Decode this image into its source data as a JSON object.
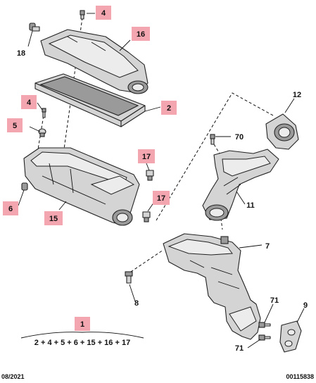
{
  "callouts": [
    {
      "id": "c4a",
      "text": "4",
      "highlighted": true
    },
    {
      "id": "c16",
      "text": "16",
      "highlighted": true
    },
    {
      "id": "c18",
      "text": "18",
      "highlighted": false
    },
    {
      "id": "c2",
      "text": "2",
      "highlighted": true
    },
    {
      "id": "c4b",
      "text": "4",
      "highlighted": true
    },
    {
      "id": "c5",
      "text": "5",
      "highlighted": true
    },
    {
      "id": "c12",
      "text": "12",
      "highlighted": false
    },
    {
      "id": "c70",
      "text": "70",
      "highlighted": false
    },
    {
      "id": "c17a",
      "text": "17",
      "highlighted": true
    },
    {
      "id": "c17b",
      "text": "17",
      "highlighted": true
    },
    {
      "id": "c11",
      "text": "11",
      "highlighted": false
    },
    {
      "id": "c6",
      "text": "6",
      "highlighted": true
    },
    {
      "id": "c15",
      "text": "15",
      "highlighted": true
    },
    {
      "id": "c7",
      "text": "7",
      "highlighted": false
    },
    {
      "id": "c8",
      "text": "8",
      "highlighted": false
    },
    {
      "id": "c71a",
      "text": "71",
      "highlighted": false
    },
    {
      "id": "c9",
      "text": "9",
      "highlighted": false
    },
    {
      "id": "c71b",
      "text": "71",
      "highlighted": false
    },
    {
      "id": "c1",
      "text": "1",
      "highlighted": true
    }
  ],
  "kit": {
    "number": "1",
    "formula": "2 + 4 + 5 + 6 + 15 + 16 + 17"
  },
  "footer": {
    "date": "08/2021",
    "ref": "00115838"
  },
  "colors": {
    "highlight": "#f4a6b0",
    "line": "#111111",
    "part_fill": "#d4d4d4"
  }
}
